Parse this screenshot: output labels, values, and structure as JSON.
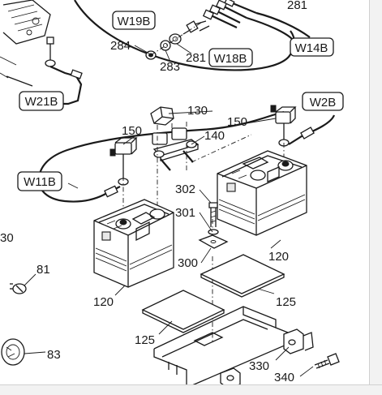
{
  "wire_tags": {
    "w19b": "W19B",
    "w18b": "W18B",
    "w14b": "W14B",
    "w21b": "W21B",
    "w2b": "W2B",
    "w11b": "W11B"
  },
  "part_numbers": {
    "p281_top": "281",
    "p284": "284",
    "p283": "283",
    "p281": "281",
    "p130": "130",
    "p150_left": "150",
    "p140": "140",
    "p150_right": "150",
    "p302": "302",
    "p301": "301",
    "p30": "30",
    "p81": "81",
    "p300": "300",
    "p120_right": "120",
    "p120_left": "120",
    "p125_right": "125",
    "p125_left": "125",
    "p330": "330",
    "p83": "83",
    "p340": "340"
  },
  "colors": {
    "line": "#1a1a1a",
    "background": "#ffffff"
  }
}
